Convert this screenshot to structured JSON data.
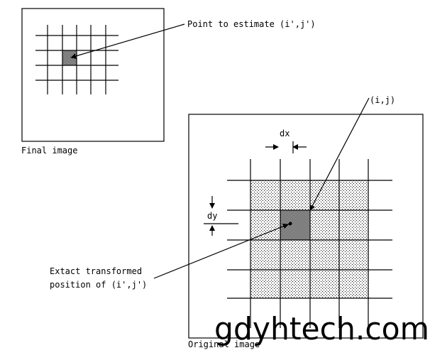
{
  "labels": {
    "point_to_estimate": "Point to estimate (i',j')",
    "final_image": "Final image",
    "ij": "(i,j)",
    "dx": "dx",
    "dy": "dy",
    "exact_line1": "Extact transformed",
    "exact_line2": "position of (i',j')",
    "original_image": "Original image"
  },
  "watermark": "gdyhtech.com"
}
